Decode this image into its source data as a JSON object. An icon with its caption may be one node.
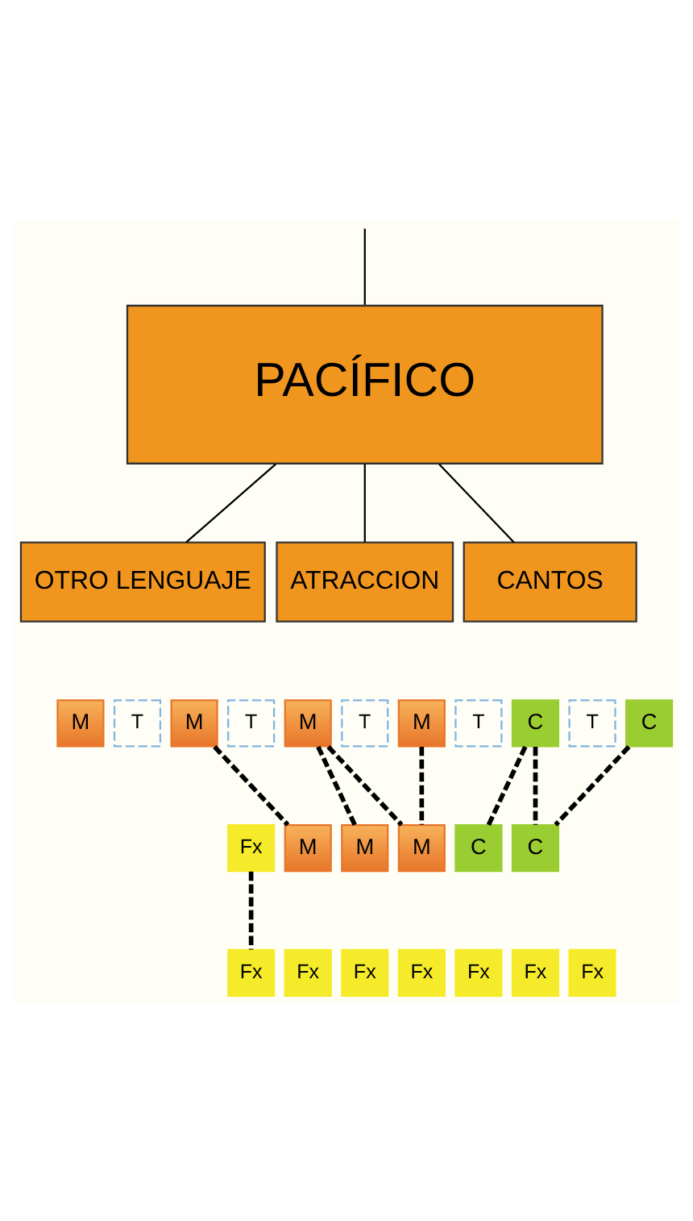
{
  "diagram": {
    "nodes": [
      {
        "text": [
          "PACÍFICO"
        ]
      },
      {
        "text": [
          "OTRO LENGUAJE"
        ]
      },
      {
        "text": [
          "ATRACCION"
        ]
      },
      {
        "text": [
          "CANTOS"
        ]
      },
      {
        "text": [
          "M"
        ]
      },
      {
        "text": [
          "T"
        ]
      },
      {
        "text": [
          "M"
        ]
      },
      {
        "text": [
          "T"
        ]
      },
      {
        "text": [
          "M"
        ]
      },
      {
        "text": [
          "T"
        ]
      },
      {
        "text": [
          "M"
        ]
      },
      {
        "text": [
          "T"
        ]
      },
      {
        "text": [
          "C"
        ]
      },
      {
        "text": [
          "T"
        ]
      },
      {
        "text": [
          "C"
        ]
      },
      {
        "text": [
          "Fx"
        ]
      },
      {
        "text": [
          "M"
        ]
      },
      {
        "text": [
          "M"
        ]
      },
      {
        "text": [
          "M"
        ]
      },
      {
        "text": [
          "C"
        ]
      },
      {
        "text": [
          "C"
        ]
      },
      {
        "text": [
          "Fx"
        ]
      },
      {
        "text": [
          "Fx"
        ]
      },
      {
        "text": [
          "Fx"
        ]
      },
      {
        "text": [
          "Fx"
        ]
      },
      {
        "text": [
          "Fx"
        ]
      },
      {
        "text": [
          "Fx"
        ]
      },
      {
        "text": [
          "Fx"
        ]
      }
    ],
    "edges": [
      {
        "from": null,
        "to": 0,
        "arrow": "none"
      },
      {
        "from": 0,
        "to": 1,
        "arrow": "none"
      },
      {
        "from": 0,
        "to": 2,
        "arrow": "none"
      },
      {
        "from": 0,
        "to": 3,
        "arrow": "none"
      },
      {
        "from": 6,
        "to": 16,
        "arrow": "none",
        "style": "dashed"
      },
      {
        "from": 8,
        "to": 17,
        "arrow": "none",
        "style": "dashed"
      },
      {
        "from": 8,
        "to": 18,
        "arrow": "none",
        "style": "dashed"
      },
      {
        "from": 10,
        "to": 18,
        "arrow": "none",
        "style": "dashed"
      },
      {
        "from": 12,
        "to": 19,
        "arrow": "none",
        "style": "dashed"
      },
      {
        "from": 12,
        "to": 20,
        "arrow": "none",
        "style": "dashed"
      },
      {
        "from": 14,
        "to": 20,
        "arrow": "none",
        "style": "dashed"
      },
      {
        "from": 15,
        "to": 21,
        "arrow": "none",
        "style": "dashed"
      }
    ]
  }
}
